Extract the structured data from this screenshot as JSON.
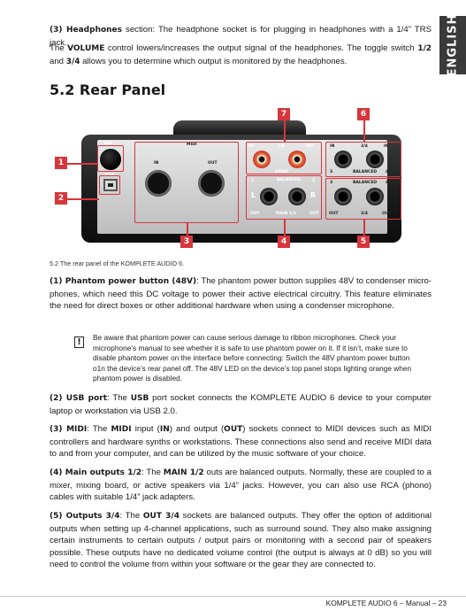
{
  "side_tab": "ENGLISH",
  "intro": [
    {
      "parts": [
        {
          "t": "(3) Headphones",
          "c": 1
        },
        {
          "t": " section: The headphone socket is for plugging in headphones with a 1/4” TRS jack."
        }
      ]
    },
    {
      "parts": [
        {
          "t": "The "
        },
        {
          "t": "VOLUME",
          "c": 1
        },
        {
          "t": " control lowers/increases the output signal of the headphones. The toggle switch "
        },
        {
          "t": "1/2",
          "c": 1
        },
        {
          "t": " and "
        },
        {
          "t": "3/4",
          "c": 1
        },
        {
          "t": " allows you to determine which output is monitored by the headphones."
        }
      ]
    }
  ],
  "section_title": "5.2 Rear Panel",
  "figure": {
    "callouts": [
      "1",
      "2",
      "3",
      "4",
      "5",
      "6",
      "7"
    ],
    "labels": {
      "v48": "48V",
      "usb": "USB",
      "midi": "MIDI",
      "in": "IN",
      "out": "OUT",
      "spdif": "5/6",
      "spdif_sub": "SPDIF",
      "bal": "BALANCED",
      "main": "MAIN 1/2",
      "l": "L",
      "r": "R",
      "out34": "3/4",
      "in34": "3/4",
      "ch3": "3",
      "ch4": "4",
      "ch1": "1",
      "ch2": "2"
    }
  },
  "caption": "5.2 The rear panel of the KOMPLETE AUDIO 6.",
  "body_top": [
    {
      "parts": [
        {
          "t": "(1) Phantom power button (48V)",
          "c": 1
        },
        {
          "t": ": The phantom power button supplies 48V to condenser micro-phones, which need this DC voltage to power their active electrical circuitry. This feature eliminates the need for direct boxes or other additional hardware when using a condenser microphone."
        }
      ]
    }
  ],
  "note": "Be aware that phantom power can cause serious damage to ribbon microphones. Check your microphone’s manual to see whether it is safe to use phantom power on it. If it isn’t, make sure to disable phantom power on the interface before connecting: Switch the 48V phantom power button o1n the device’s rear panel off. The 48V LED on the device’s top panel stops lighting orange when phantom power is disabled.",
  "body_bottom": [
    {
      "parts": [
        {
          "t": "(2) USB port",
          "c": 1
        },
        {
          "t": ": The "
        },
        {
          "t": "USB",
          "c": 1
        },
        {
          "t": " port socket connects the KOMPLETE AUDIO 6 device to your computer laptop or workstation via USB 2.0."
        }
      ]
    },
    {
      "parts": [
        {
          "t": "(3) MIDI",
          "c": 1
        },
        {
          "t": ": The "
        },
        {
          "t": "MIDI",
          "c": 1
        },
        {
          "t": " input ("
        },
        {
          "t": "IN",
          "c": 1
        },
        {
          "t": ") and output ("
        },
        {
          "t": "OUT",
          "c": 1
        },
        {
          "t": ") sockets connect to MIDI devices such as MIDI controllers and hardware synths or workstations. These connections also send and receive MIDI data to and from your computer, and can be utilized by the music software of your choice."
        }
      ]
    },
    {
      "parts": [
        {
          "t": "(4) Main outputs 1/2",
          "c": 1
        },
        {
          "t": ": The "
        },
        {
          "t": "MAIN 1/2",
          "c": 1
        },
        {
          "t": " outs are balanced outputs. Normally, these are coupled to a mixer, mixing board, or active speakers via 1/4” jacks. However, you can also use RCA (phono) cables with suitable 1/4” jack adapters."
        }
      ]
    },
    {
      "parts": [
        {
          "t": "(5) Outputs 3/4",
          "c": 1
        },
        {
          "t": ": The "
        },
        {
          "t": "OUT 3/4",
          "c": 1
        },
        {
          "t": " sockets are balanced outputs. They offer the option of additional outputs when setting up 4-channel applications, such as surround sound. They also make assigning certain instruments to certain outputs / output pairs or monitoring with a second pair of speakers possible. These outputs have no dedicated volume control (the output is always at 0 dB) so you will need to control the volume from within your software or the gear they are connected to."
        }
      ]
    }
  ],
  "footer": "KOMPLETE AUDIO 6 – Manual – 23"
}
